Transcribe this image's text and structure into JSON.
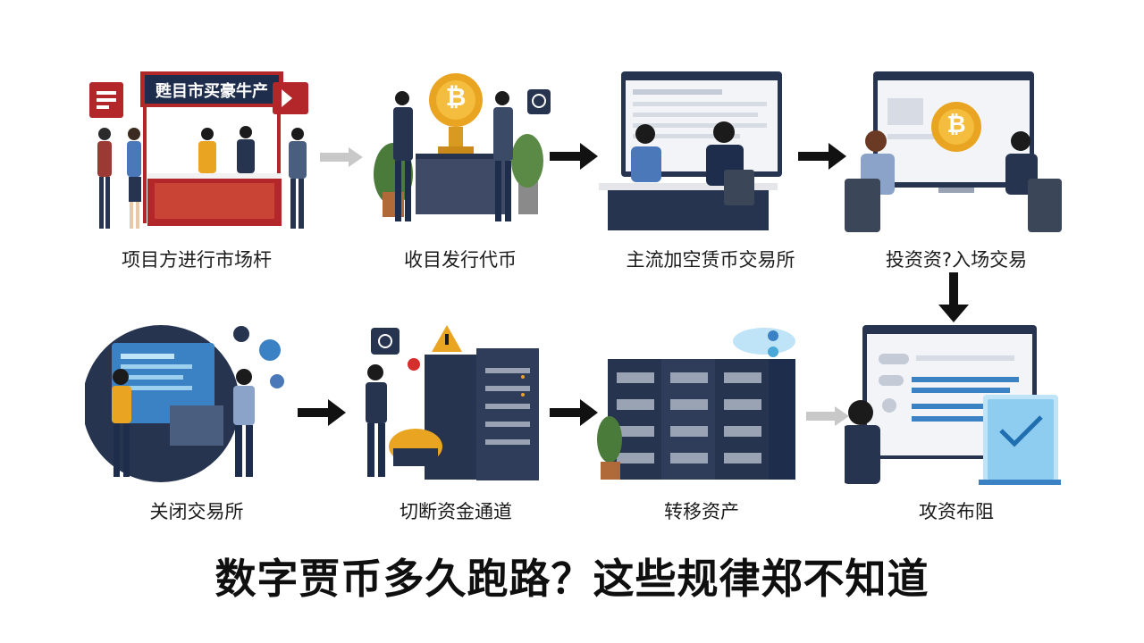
{
  "steps": [
    {
      "caption": "项目方进行市场杆",
      "sign": "甦目市买豪牛产"
    },
    {
      "caption": "收目发行代币",
      "coin": "₿"
    },
    {
      "caption": "主流加空赁币交易所"
    },
    {
      "caption": "投资资?入场交易",
      "coin": "₿"
    },
    {
      "caption": "关闭交易所"
    },
    {
      "caption": "切断资金通道"
    },
    {
      "caption": "转移资产"
    },
    {
      "caption": "攻资布阻"
    }
  ],
  "title": "数字贾币多久跑路？这些规律郑不知道",
  "colors": {
    "navy": "#26344f",
    "red": "#b3272a",
    "gold": "#e9a521",
    "blue": "#4a78b8",
    "accent": "#3b82c4"
  }
}
